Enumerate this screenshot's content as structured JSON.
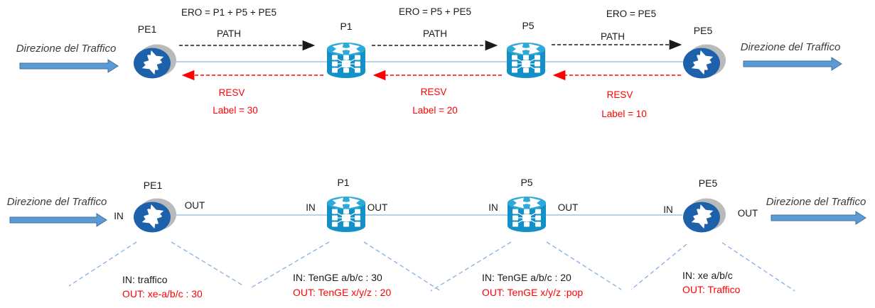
{
  "directions": {
    "top_left": "Direzione del Traffico",
    "top_right": "Direzione del Traffico",
    "bottom_left": "Direzione del Traffico",
    "bottom_right": "Direzione del Traffico"
  },
  "top_row": {
    "nodes": [
      {
        "name": "PE1",
        "icon": "juniper-router-icon"
      },
      {
        "name": "P1",
        "icon": "cisco-router-icon"
      },
      {
        "name": "P5",
        "icon": "cisco-router-icon"
      },
      {
        "name": "PE5",
        "icon": "juniper-router-icon"
      }
    ],
    "segments": [
      {
        "ero": "ERO = P1 + P5 + PE5",
        "path": "PATH",
        "resv": "RESV",
        "label": "Label = 30"
      },
      {
        "ero": "ERO = P5 + PE5",
        "path": "PATH",
        "resv": "RESV",
        "label": "Label = 20"
      },
      {
        "ero": "ERO = PE5",
        "path": "PATH",
        "resv": "RESV",
        "label": "Label = 10"
      }
    ]
  },
  "bottom_row": {
    "nodes": [
      {
        "name": "PE1",
        "icon": "juniper-router-icon",
        "in": "IN",
        "out": "OUT",
        "in_detail": "IN: traffico",
        "out_detail": "OUT: xe-a/b/c : 30"
      },
      {
        "name": "P1",
        "icon": "cisco-router-icon",
        "in": "IN",
        "out": "OUT",
        "in_detail": "IN: TenGE a/b/c : 30",
        "out_detail": "OUT: TenGE x/y/z : 20"
      },
      {
        "name": "P5",
        "icon": "cisco-router-icon",
        "in": "IN",
        "out": "OUT",
        "in_detail": "IN: TenGE a/b/c : 20",
        "out_detail": "OUT: TenGE x/y/z :pop"
      },
      {
        "name": "PE5",
        "icon": "juniper-router-icon",
        "in": "IN",
        "out": "OUT",
        "in_detail": "IN: xe a/b/c",
        "out_detail": "OUT: Traffico"
      }
    ]
  },
  "colors": {
    "resv_red": "#FF0000",
    "path_black": "#1A1A1A",
    "link_line_blue": "#9DC3E6",
    "callout_dash_blue": "#8EB4E3",
    "direction_arrow_fill": "#5B9BD5",
    "direction_arrow_border": "#41719C",
    "juniper_icon_blue": "#1E61AB",
    "cisco_icon_blue": "#1191C8",
    "cisco_icon_top_blue": "#2FA9D8",
    "text_black": "#1A1A1A"
  }
}
